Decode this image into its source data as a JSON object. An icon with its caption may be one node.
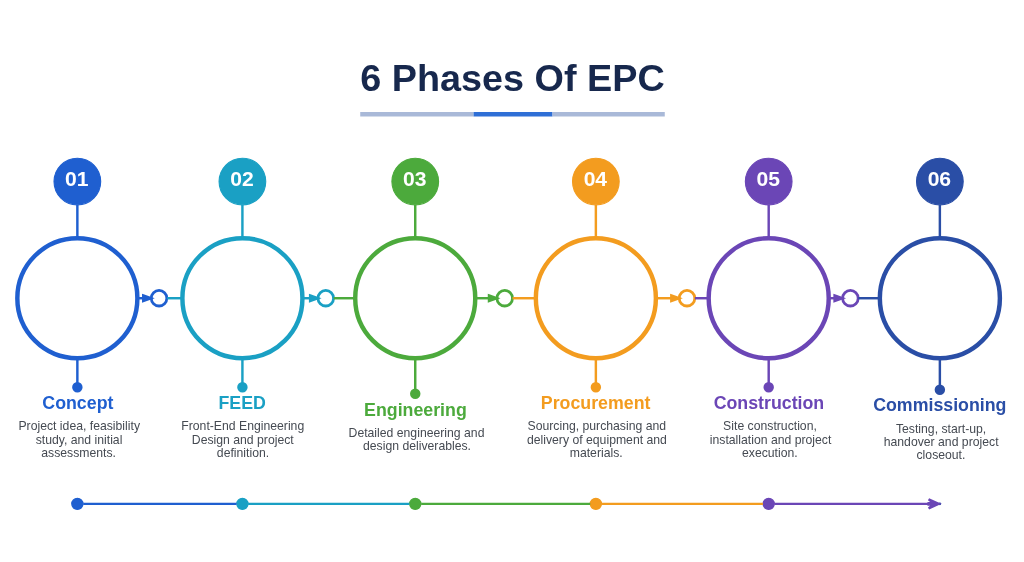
{
  "diagram": {
    "title": "6 Phases Of EPC",
    "nodes": [
      {
        "text": [
          "01"
        ]
      },
      {
        "text": [],
        "shape": "circle"
      },
      {
        "text": [
          "Concept",
          "Project idea, feasibility study, and initial assessments."
        ]
      },
      {
        "text": [],
        "shape": "circle"
      },
      {
        "text": [
          "02"
        ]
      },
      {
        "text": [],
        "shape": "circle"
      },
      {
        "text": [
          "FEED",
          "Front-End Engineering Design and project definition."
        ]
      },
      {
        "text": [],
        "shape": "circle"
      },
      {
        "text": [
          "03"
        ]
      },
      {
        "text": [],
        "shape": "circle"
      },
      {
        "text": [
          "Engineering",
          "Detailed engineering and design deliverables."
        ]
      },
      {
        "text": [],
        "shape": "circle"
      },
      {
        "text": [
          "04"
        ]
      },
      {
        "text": [],
        "shape": "circle"
      },
      {
        "text": [
          "Procurement",
          "Sourcing, purchasing and delivery of equipment and materials."
        ]
      },
      {
        "text": [],
        "shape": "circle"
      },
      {
        "text": [
          "05"
        ]
      },
      {
        "text": [],
        "shape": "circle"
      },
      {
        "text": [
          "Construction",
          "Site construction, installation and project execution."
        ]
      },
      {
        "text": [],
        "shape": "circle"
      },
      {
        "text": [
          "06"
        ]
      },
      {
        "text": [],
        "shape": "circle"
      },
      {
        "text": [
          "Commissioning",
          "Testing, start-up, handover and project closeout."
        ]
      }
    ],
    "edges": [
      {
        "from": 0,
        "to": 1,
        "arrow": "none",
        "color": "#1f5fd0"
      },
      {
        "from": 1,
        "to": 2,
        "arrow": "other",
        "color": "#1f5fd0"
      },
      {
        "from": 1,
        "to": 3,
        "arrow": "to",
        "color": "#1f5fd0"
      },
      {
        "from": 3,
        "to": 5,
        "arrow": "none",
        "color": "#1aa0c4"
      },
      {
        "from": 4,
        "to": 5,
        "arrow": "none",
        "color": "#1aa0c4"
      },
      {
        "from": 5,
        "to": 6,
        "arrow": "other",
        "color": "#1aa0c4"
      },
      {
        "from": 5,
        "to": 7,
        "arrow": "to",
        "color": "#1aa0c4"
      },
      {
        "from": 7,
        "to": 9,
        "arrow": "none",
        "color": "#4caa3c"
      },
      {
        "from": 8,
        "to": 9,
        "arrow": "none",
        "color": "#4caa3c"
      },
      {
        "from": 9,
        "to": 10,
        "arrow": "other",
        "color": "#4caa3c"
      },
      {
        "from": 9,
        "to": 11,
        "arrow": "to",
        "color": "#4caa3c"
      },
      {
        "from": 11,
        "to": 13,
        "arrow": "none",
        "color": "#f39c1f"
      },
      {
        "from": 12,
        "to": 13,
        "arrow": "none",
        "color": "#f39c1f"
      },
      {
        "from": 13,
        "to": 14,
        "arrow": "other",
        "color": "#f39c1f"
      },
      {
        "from": 13,
        "to": 15,
        "arrow": "to",
        "color": "#f39c1f"
      },
      {
        "from": 15,
        "to": 17,
        "arrow": "none",
        "color": "#6b46b6"
      },
      {
        "from": 16,
        "to": 17,
        "arrow": "none",
        "color": "#6b46b6"
      },
      {
        "from": 17,
        "to": 18,
        "arrow": "other",
        "color": "#6b46b6"
      },
      {
        "from": 17,
        "to": 19,
        "arrow": "to",
        "color": "#6b46b6"
      },
      {
        "from": 19,
        "to": 21,
        "arrow": "none",
        "color": "#2a4ea6"
      },
      {
        "from": 20,
        "to": 21,
        "arrow": "none",
        "color": "#2a4ea6"
      },
      {
        "from": 21,
        "to": 22,
        "arrow": "other",
        "color": "#2a4ea6"
      }
    ]
  }
}
